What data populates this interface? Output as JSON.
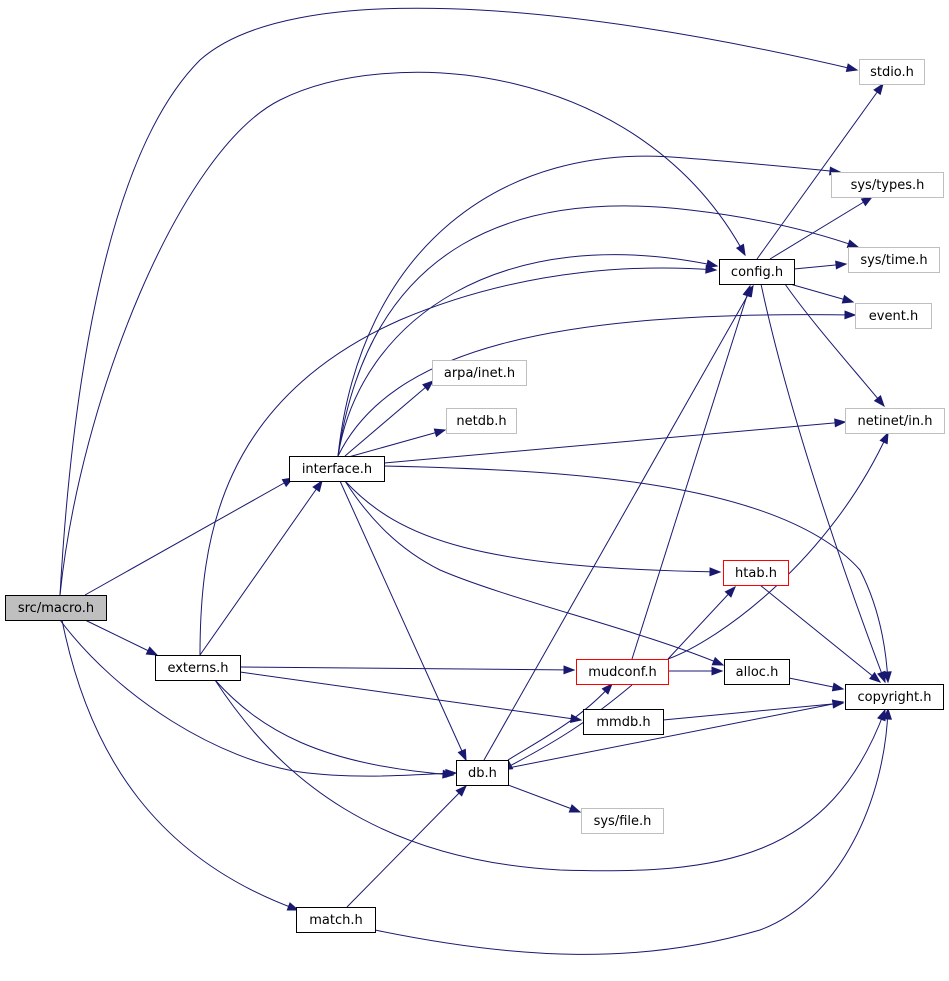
{
  "colors": {
    "edge": "#191970",
    "node_border_normal": "#000000",
    "node_border_missing": "#bfbfbf",
    "node_border_truncated": "#ff0000",
    "node_fill_root": "#bfbfbf",
    "node_fill": "#ffffff"
  },
  "nodes": [
    {
      "id": "macro",
      "label": "src/macro.h",
      "style": "root"
    },
    {
      "id": "stdio",
      "label": "stdio.h",
      "style": "missing"
    },
    {
      "id": "systypes",
      "label": "sys/types.h",
      "style": "missing"
    },
    {
      "id": "config",
      "label": "config.h",
      "style": "normal"
    },
    {
      "id": "systime",
      "label": "sys/time.h",
      "style": "missing"
    },
    {
      "id": "event",
      "label": "event.h",
      "style": "missing"
    },
    {
      "id": "arpa",
      "label": "arpa/inet.h",
      "style": "missing"
    },
    {
      "id": "netdb",
      "label": "netdb.h",
      "style": "missing"
    },
    {
      "id": "netinet",
      "label": "netinet/in.h",
      "style": "missing"
    },
    {
      "id": "interface",
      "label": "interface.h",
      "style": "normal"
    },
    {
      "id": "htab",
      "label": "htab.h",
      "style": "truncated"
    },
    {
      "id": "externs",
      "label": "externs.h",
      "style": "normal"
    },
    {
      "id": "mudconf",
      "label": "mudconf.h",
      "style": "truncated"
    },
    {
      "id": "alloc",
      "label": "alloc.h",
      "style": "normal"
    },
    {
      "id": "copyright",
      "label": "copyright.h",
      "style": "normal"
    },
    {
      "id": "mmdb",
      "label": "mmdb.h",
      "style": "normal"
    },
    {
      "id": "db",
      "label": "db.h",
      "style": "normal"
    },
    {
      "id": "sysfile",
      "label": "sys/file.h",
      "style": "missing"
    },
    {
      "id": "match",
      "label": "match.h",
      "style": "normal"
    }
  ],
  "edges": [
    {
      "from": "macro",
      "to": "stdio"
    },
    {
      "from": "macro",
      "to": "config"
    },
    {
      "from": "macro",
      "to": "interface"
    },
    {
      "from": "macro",
      "to": "externs"
    },
    {
      "from": "macro",
      "to": "db"
    },
    {
      "from": "macro",
      "to": "match"
    },
    {
      "from": "config",
      "to": "stdio"
    },
    {
      "from": "config",
      "to": "systypes"
    },
    {
      "from": "config",
      "to": "systime"
    },
    {
      "from": "config",
      "to": "event"
    },
    {
      "from": "config",
      "to": "netinet"
    },
    {
      "from": "config",
      "to": "copyright"
    },
    {
      "from": "interface",
      "to": "systypes"
    },
    {
      "from": "interface",
      "to": "systime"
    },
    {
      "from": "interface",
      "to": "config"
    },
    {
      "from": "interface",
      "to": "event"
    },
    {
      "from": "interface",
      "to": "arpa"
    },
    {
      "from": "interface",
      "to": "netdb"
    },
    {
      "from": "interface",
      "to": "netinet"
    },
    {
      "from": "interface",
      "to": "copyright"
    },
    {
      "from": "interface",
      "to": "htab"
    },
    {
      "from": "interface",
      "to": "alloc"
    },
    {
      "from": "interface",
      "to": "db"
    },
    {
      "from": "externs",
      "to": "interface"
    },
    {
      "from": "externs",
      "to": "config"
    },
    {
      "from": "externs",
      "to": "mudconf"
    },
    {
      "from": "externs",
      "to": "mmdb"
    },
    {
      "from": "externs",
      "to": "db"
    },
    {
      "from": "externs",
      "to": "copyright"
    },
    {
      "from": "mudconf",
      "to": "config"
    },
    {
      "from": "mudconf",
      "to": "htab"
    },
    {
      "from": "mudconf",
      "to": "alloc"
    },
    {
      "from": "mudconf",
      "to": "netinet"
    },
    {
      "from": "mudconf",
      "to": "db"
    },
    {
      "from": "htab",
      "to": "copyright"
    },
    {
      "from": "alloc",
      "to": "copyright"
    },
    {
      "from": "mmdb",
      "to": "copyright"
    },
    {
      "from": "db",
      "to": "config"
    },
    {
      "from": "db",
      "to": "mudconf"
    },
    {
      "from": "db",
      "to": "copyright"
    },
    {
      "from": "db",
      "to": "sysfile"
    },
    {
      "from": "match",
      "to": "db"
    },
    {
      "from": "match",
      "to": "copyright"
    }
  ]
}
